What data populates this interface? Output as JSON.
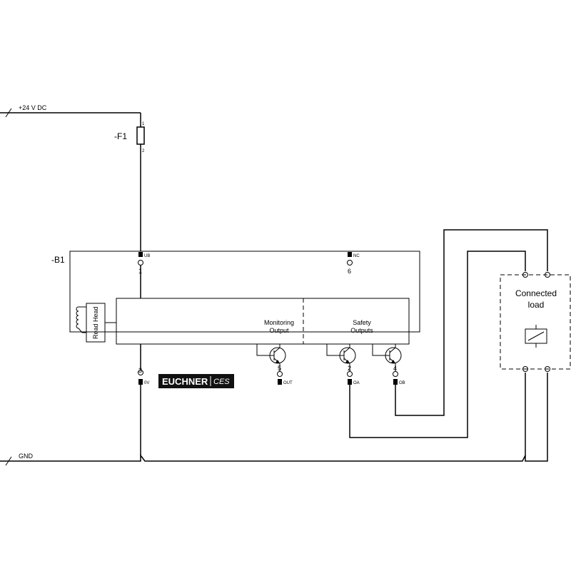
{
  "rails": {
    "supply": "+24 V DC",
    "ground": "GND"
  },
  "fuse": {
    "ref": "-F1",
    "pin_top": "1",
    "pin_bottom": "2"
  },
  "device": {
    "ref": "-B1",
    "read_head": "Read Head",
    "monitoring_label_1": "Monitoring",
    "monitoring_label_2": "Output",
    "safety_label_1": "Safety",
    "safety_label_2": "Outputs",
    "brand": "EUCHNER",
    "product": "CES",
    "terminals": {
      "ub_num": "1",
      "ub_name": "UB",
      "nc_num": "6",
      "nc_name": "NC",
      "zero_v_num": "3",
      "zero_v_name": "0V",
      "out_num": "5",
      "out_name": "OUT",
      "oa_num": "2",
      "oa_name": "OA",
      "ob_num": "4",
      "ob_name": "OB"
    }
  },
  "load": {
    "line1": "Connected",
    "line2": "load"
  }
}
